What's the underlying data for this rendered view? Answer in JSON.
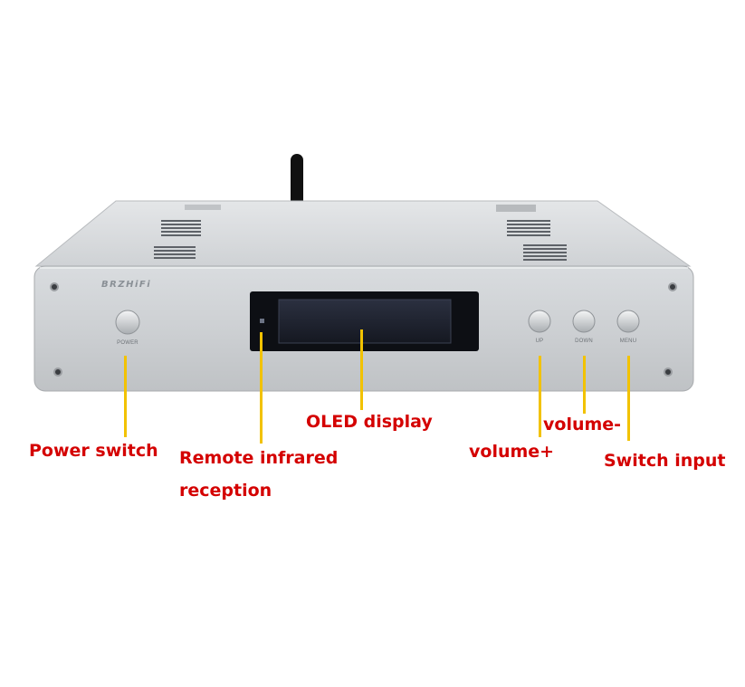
{
  "device": {
    "brand": "BRZHiFi",
    "buttons": {
      "power": "POWER",
      "up": "UP",
      "down": "DOWN",
      "menu": "MENU"
    }
  },
  "labels": {
    "power_switch": "Power switch",
    "remote_infrared_line1": "Remote infrared",
    "remote_infrared_line2": "reception",
    "oled_display": "OLED display",
    "volume_plus": "volume+",
    "volume_minus": "volume-",
    "switch_input": "Switch input"
  },
  "colors": {
    "label_text": "#d40000",
    "callout_line": "#f2c200",
    "chassis": "#c9ccd0",
    "display": "#1b1e26"
  }
}
